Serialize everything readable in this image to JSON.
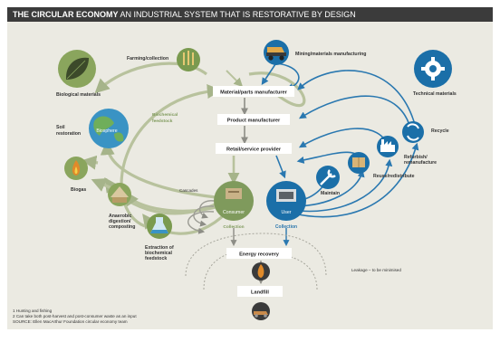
{
  "title": {
    "bold": "THE CIRCULAR ECONOMY",
    "rest": " AN INDUSTRIAL SYSTEM THAT IS RESTORATIVE BY DESIGN"
  },
  "colors": {
    "header": "#3b3b3b",
    "background": "#ebeae2",
    "bio_green": "#7a9a4f",
    "tech_blue": "#1b6fa8",
    "box": "#ffffff"
  },
  "labels": {
    "farming": "Farming/collection",
    "mining": "Mining/materials manufacturing",
    "biological": "Biological materials",
    "technical": "Technical materials",
    "soil": "Soil",
    "restoration": "restoration",
    "biosphere": "Biosphere",
    "biochem1": "Biochemical",
    "biochem2": "feedstock",
    "biogas": "Biogas",
    "anaerobic1": "Anaerobic",
    "anaerobic2": "digestion/",
    "anaerobic3": "composting",
    "extraction1": "Extraction of",
    "extraction2": "biochemical",
    "extraction3": "feedstock",
    "cascades": "Cascades",
    "consumer": "Consumer",
    "user": "User",
    "collection_left": "Collection",
    "collection_right": "Collection",
    "recycle": "Recycle",
    "refurbish1": "Refurbish/",
    "refurbish2": "remanufacture",
    "reuse": "Reuse/redistribute",
    "maintain": "Maintain",
    "leakage": "Leakage – to be minimised"
  },
  "boxes": {
    "parts": "Material/parts manufacturer",
    "product": "Product manufacturer",
    "retail": "Retail/service provider",
    "energy": "Energy recovery",
    "landfill": "Landfill"
  },
  "footnotes": [
    "1 Hunting and fishing",
    "2 Can take both post-harvest and post-consumer waste as an input",
    "SOURCE: Ellen MacArthur Foundation circular economy team"
  ],
  "icons": {
    "leaf": "leaf-icon",
    "wheat": "wheat-icon",
    "truck": "mining-truck-icon",
    "gear": "gear-icon",
    "globe": "biosphere-globe-icon",
    "flame": "flame-icon",
    "hut": "digester-hut-icon",
    "flask": "flask-icon",
    "factory": "factory-icon",
    "box": "box-icon",
    "wrench": "wrench-icon",
    "recycle": "recycle-icon",
    "landfill": "landfill-truck-icon"
  }
}
